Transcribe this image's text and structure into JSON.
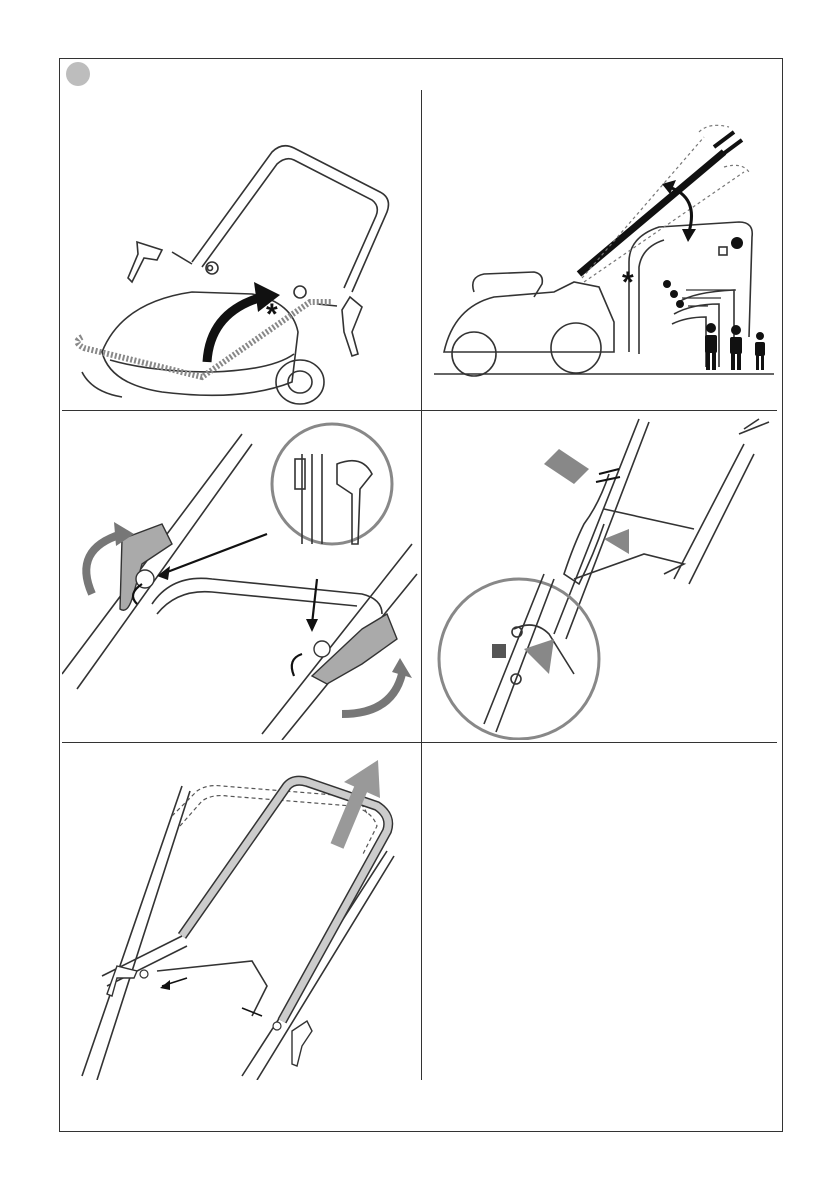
{
  "document": {
    "section_badge_color": "#bdbdbd",
    "arrow_gray": "#9a9a9a",
    "line_color": "#333333",
    "panels": [
      {
        "id": "1",
        "subject": "handle-mount-fold"
      },
      {
        "id": "2",
        "subject": "handle-height-positions"
      },
      {
        "id": "3",
        "subject": "lever-knob-adjust"
      },
      {
        "id": "4",
        "subject": "cable-clip-detail"
      },
      {
        "id": "5",
        "subject": "handle-raise"
      },
      {
        "id": "6",
        "subject": "blank"
      }
    ],
    "symbols": {
      "asterisk_1": "*",
      "asterisk_2": "*"
    }
  }
}
